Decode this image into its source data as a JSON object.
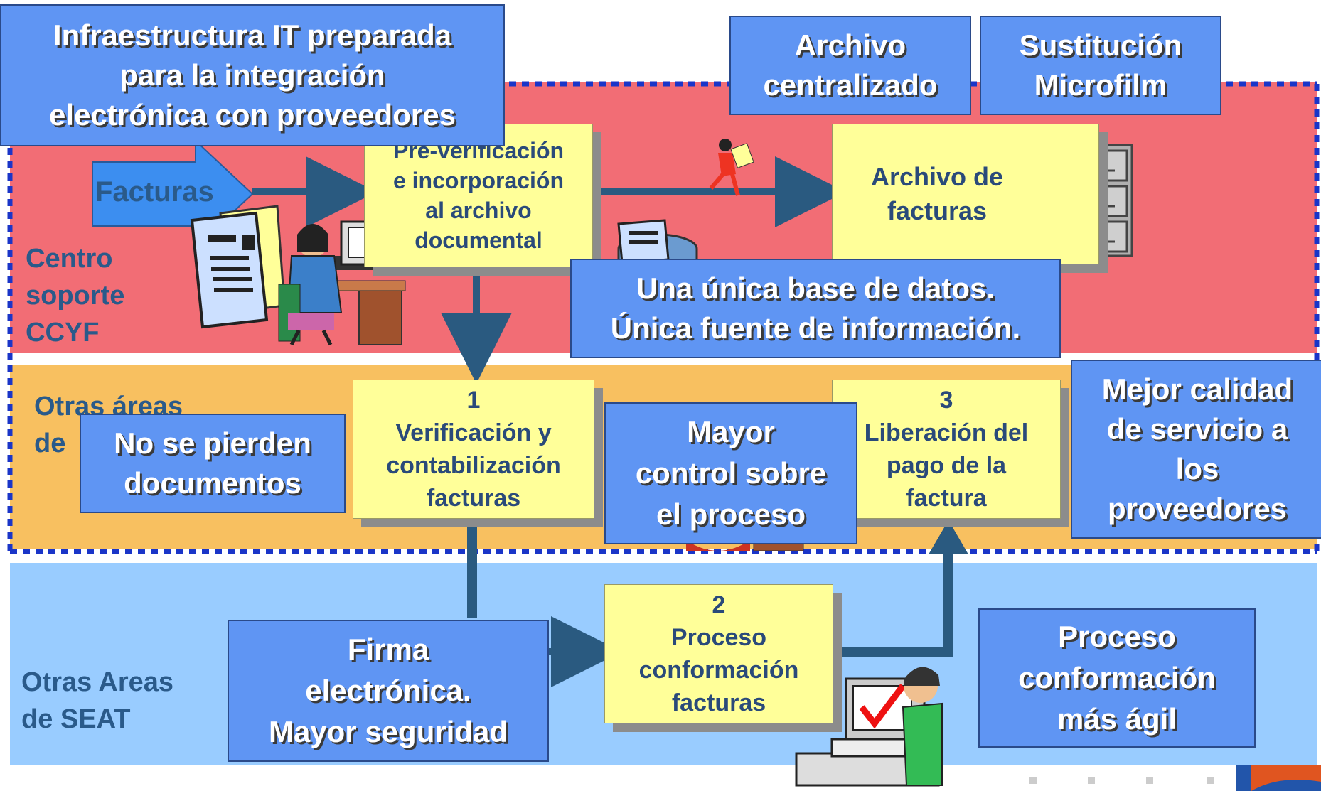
{
  "areas": {
    "centro": "Centro\nsoporte\nCCYF",
    "otras_areas_de": "Otras áreas\nde",
    "otras_areas_seat": "Otras Areas\nde SEAT"
  },
  "flow": {
    "facturas_arrow": "Facturas",
    "preverificacion": "Pre-verificación\ne incorporación\nal archivo\ndocumental",
    "archivo_facturas": "Archivo de\nfacturas",
    "step1_num": "1",
    "step1_label": "Verificación y\ncontabilización\nfacturas",
    "step2_num": "2",
    "step2_label": "Proceso\nconformación\nfacturas",
    "step3_num": "3",
    "step3_label": "Liberación del\npago de la\nfactura"
  },
  "callouts": {
    "infraestructura": "Infraestructura IT preparada\npara la integración\nelectrónica con proveedores",
    "archivo_centralizado": "Archivo\ncentralizado",
    "sustitucion": "Sustitución\nMicrofilm",
    "base_datos": "Una única base de datos.\nÚnica fuente de información.",
    "no_se_pierden": "No se pierden\ndocumentos",
    "mayor_control": "Mayor\ncontrol sobre\nel proceso",
    "mejor_calidad": "Mejor calidad\nde servicio a\nlos\nproveedores",
    "firma": "Firma\nelectrónica.\nMayor seguridad",
    "proceso_agil": "Proceso\nconformación\nmás ágil"
  },
  "colors": {
    "red_band": "#f26d75",
    "orange_band": "#f8c060",
    "blue_band": "#99ccff",
    "callout_blue": "#5f95f3",
    "step_yellow": "#ffff99",
    "arrow_navy": "#2a5a80",
    "dashed_border": "#1a35c8"
  }
}
